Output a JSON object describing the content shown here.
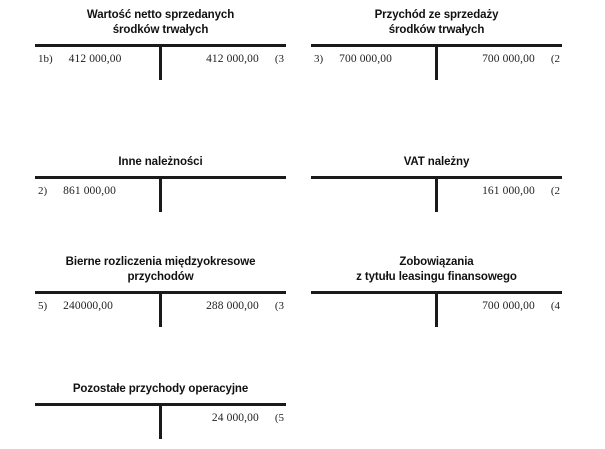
{
  "document": {
    "kind": "t-account-worksheet",
    "language": "pl"
  },
  "accounts": [
    {
      "id": "wartosc-netto-sprzedanych-srodkow-trwalych",
      "title_lines": [
        "Wartość netto sprzedanych",
        "środków trwałych"
      ],
      "position": {
        "row": 1,
        "col": "left"
      },
      "debit": {
        "ref": "1b)",
        "amount": "412 000,00"
      },
      "credit": {
        "ref": "(3",
        "amount": "412 000,00"
      }
    },
    {
      "id": "przychod-ze-sprzedazy-srodkow-trwalych",
      "title_lines": [
        "Przychód ze sprzedaży",
        "środków trwałych"
      ],
      "position": {
        "row": 1,
        "col": "right"
      },
      "debit": {
        "ref": "3)",
        "amount": "700 000,00"
      },
      "credit": {
        "ref": "(2",
        "amount": "700 000,00"
      }
    },
    {
      "id": "inne-naleznosci",
      "title_lines": [
        "Inne należności"
      ],
      "position": {
        "row": 2,
        "col": "left"
      },
      "debit": {
        "ref": "2)",
        "amount": "861 000,00"
      },
      "credit": {
        "ref": "",
        "amount": ""
      }
    },
    {
      "id": "vat-nalezny",
      "title_lines": [
        "VAT należny"
      ],
      "position": {
        "row": 2,
        "col": "right"
      },
      "debit": {
        "ref": "",
        "amount": ""
      },
      "credit": {
        "ref": "(2",
        "amount": "161 000,00"
      }
    },
    {
      "id": "bierne-rozliczenia-miedzyokresowe-przychodow",
      "title_lines": [
        "Bierne rozliczenia międzyokresowe",
        "przychodów"
      ],
      "position": {
        "row": 3,
        "col": "left"
      },
      "debit": {
        "ref": "5)",
        "amount": "240000,00"
      },
      "credit": {
        "ref": "(3",
        "amount": "288 000,00"
      }
    },
    {
      "id": "zobowiazania-z-tytulu-leasingu-finansowego",
      "title_lines": [
        "Zobowiązania",
        "z tytułu leasingu finansowego"
      ],
      "position": {
        "row": 3,
        "col": "right"
      },
      "debit": {
        "ref": "",
        "amount": ""
      },
      "credit": {
        "ref": "(4",
        "amount": "700 000,00"
      }
    },
    {
      "id": "pozostale-przychody-operacyjne",
      "title_lines": [
        "Pozostałe przychody operacyjne"
      ],
      "position": {
        "row": 4,
        "col": "left"
      },
      "debit": {
        "ref": "",
        "amount": ""
      },
      "credit": {
        "ref": "(5",
        "amount": "24 000,00"
      }
    }
  ],
  "colors": {
    "ink": "#1a1a1a",
    "paper": "#ffffff"
  }
}
